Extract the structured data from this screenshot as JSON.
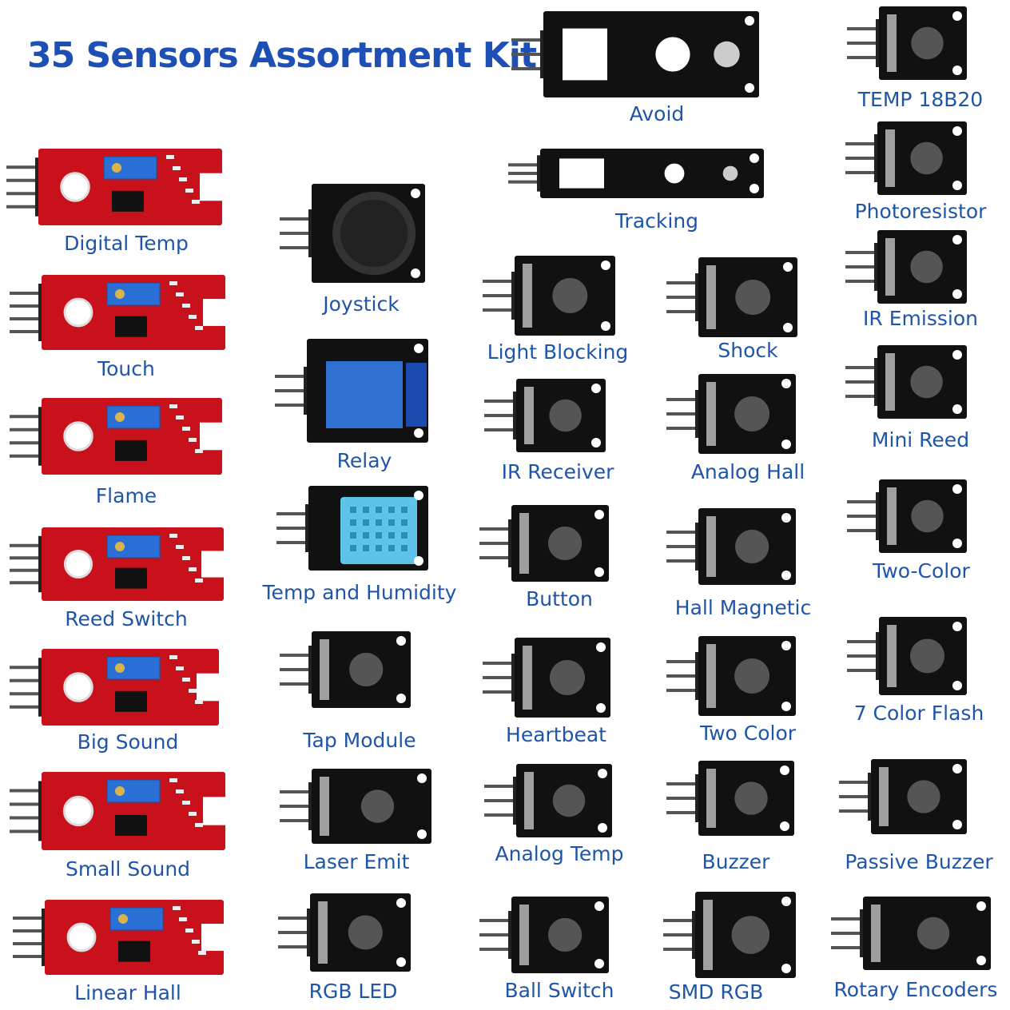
{
  "title": "35 Sensors Assortment Kit",
  "colors": {
    "title": "#1d4fb5",
    "label": "#1f55a8",
    "red_board": "#c8111a",
    "black_board": "#111111",
    "pot_blue": "#2a6fd6"
  },
  "modules": [
    {
      "label": "Avoid",
      "board": "black-long"
    },
    {
      "label": "TEMP 18B20",
      "board": "black-small"
    },
    {
      "label": "Digital Temp",
      "board": "red"
    },
    {
      "label": "Tracking",
      "board": "black-long"
    },
    {
      "label": "Photoresistor",
      "board": "black-small"
    },
    {
      "label": "Joystick",
      "board": "black-joystick"
    },
    {
      "label": "Light Blocking",
      "board": "black-small"
    },
    {
      "label": "Shock",
      "board": "black-small"
    },
    {
      "label": "IR Emission",
      "board": "black-small"
    },
    {
      "label": "Touch",
      "board": "red"
    },
    {
      "label": "Relay",
      "board": "black-relay"
    },
    {
      "label": "IR Receiver",
      "board": "black-small"
    },
    {
      "label": "Analog Hall",
      "board": "black-small"
    },
    {
      "label": "Mini Reed",
      "board": "black-small"
    },
    {
      "label": "Flame",
      "board": "red"
    },
    {
      "label": "Temp and Humidity",
      "board": "black-dht"
    },
    {
      "label": "Button",
      "board": "black-small"
    },
    {
      "label": "Hall Magnetic",
      "board": "black-small"
    },
    {
      "label": "Two-Color",
      "board": "black-small"
    },
    {
      "label": "Reed Switch",
      "board": "red"
    },
    {
      "label": "Tap Module",
      "board": "black-small"
    },
    {
      "label": "Heartbeat",
      "board": "black-small"
    },
    {
      "label": "Two Color",
      "board": "black-small"
    },
    {
      "label": "7 Color Flash",
      "board": "black-small"
    },
    {
      "label": "Big Sound",
      "board": "red"
    },
    {
      "label": "Laser Emit",
      "board": "black-small"
    },
    {
      "label": "Analog Temp",
      "board": "black-small"
    },
    {
      "label": "Buzzer",
      "board": "black-small"
    },
    {
      "label": "Passive Buzzer",
      "board": "black-small"
    },
    {
      "label": "Small Sound",
      "board": "red"
    },
    {
      "label": "Linear Hall",
      "board": "red"
    },
    {
      "label": "RGB LED",
      "board": "black-small"
    },
    {
      "label": "Ball Switch",
      "board": "black-small"
    },
    {
      "label": "SMD RGB",
      "board": "black-small"
    },
    {
      "label": "Rotary Encoders",
      "board": "black-small"
    }
  ]
}
